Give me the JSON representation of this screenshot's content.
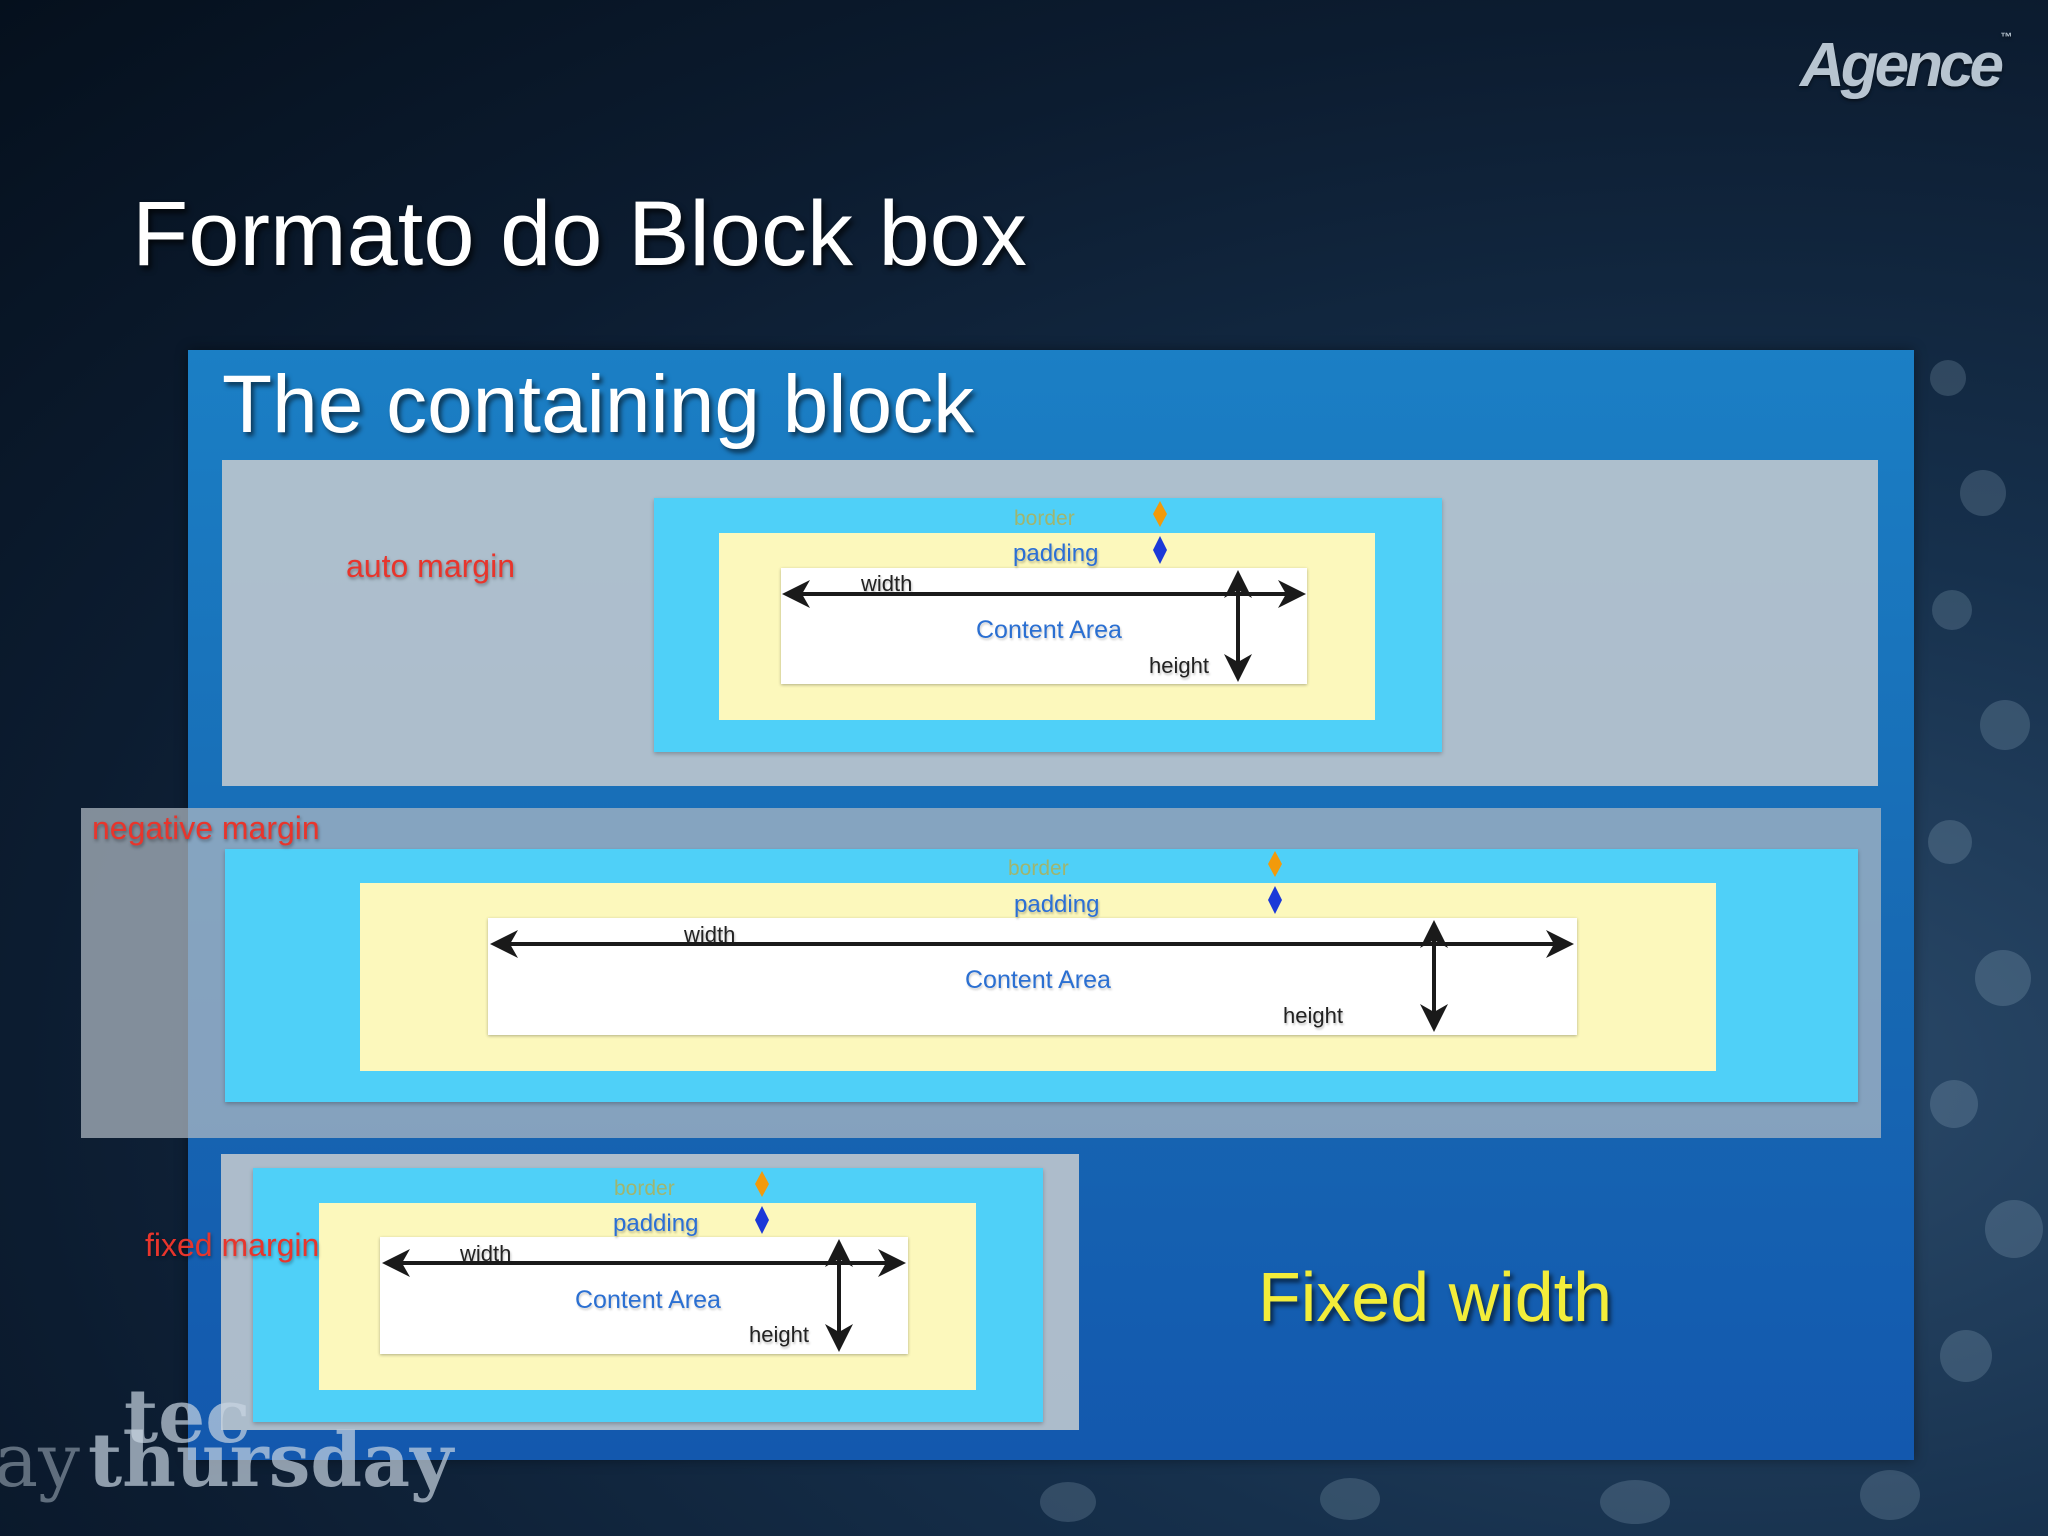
{
  "header": {
    "logo": "Agence",
    "title": "Formato do Block box"
  },
  "containing_block": {
    "title": "The containing block"
  },
  "rows": [
    {
      "margin_label": "auto margin",
      "border_label": "border",
      "padding_label": "padding",
      "width_label": "width",
      "content_label": "Content Area",
      "height_label": "height"
    },
    {
      "margin_label": "negative margin",
      "border_label": "border",
      "padding_label": "padding",
      "width_label": "width",
      "content_label": "Content Area",
      "height_label": "height"
    },
    {
      "margin_label": "fixed margin",
      "border_label": "border",
      "padding_label": "padding",
      "width_label": "width",
      "content_label": "Content Area",
      "height_label": "height"
    }
  ],
  "callout": {
    "label": "Fixed width"
  },
  "watermark": {
    "line1": "tec",
    "line2": "thursday",
    "prefix": "ay"
  },
  "colors": {
    "margin_arrow": "#e8352c",
    "border_arrow": "#f29a0b",
    "padding_arrow": "#1b39d8",
    "dimension_arrow": "#1a1a1a",
    "callout_arrow": "#ee2a1c"
  }
}
